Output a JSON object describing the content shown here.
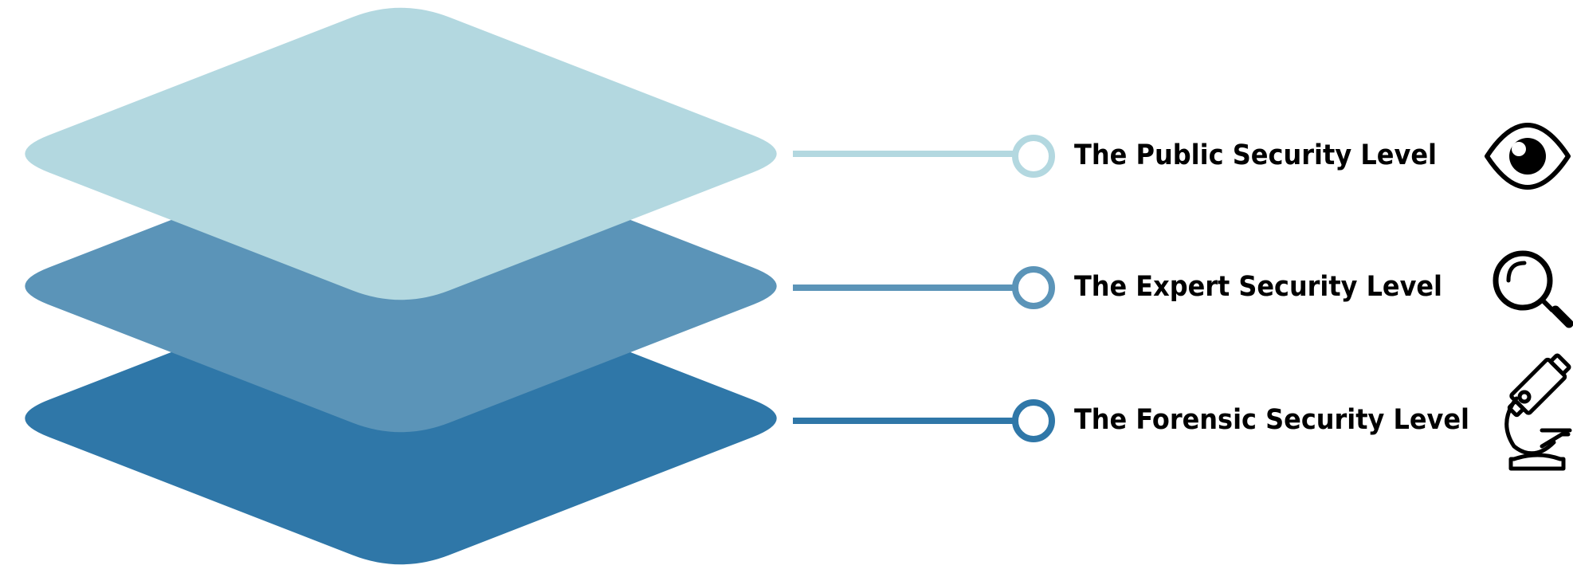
{
  "levels": [
    {
      "label": "The Public Security Level",
      "color": "#b3d8e0",
      "icon": "eye-icon"
    },
    {
      "label": "The Expert Security Level",
      "color": "#5b94b8",
      "icon": "magnifying-glass-icon"
    },
    {
      "label": "The Forensic Security Level",
      "color": "#2f77a8",
      "icon": "microscope-icon"
    }
  ]
}
